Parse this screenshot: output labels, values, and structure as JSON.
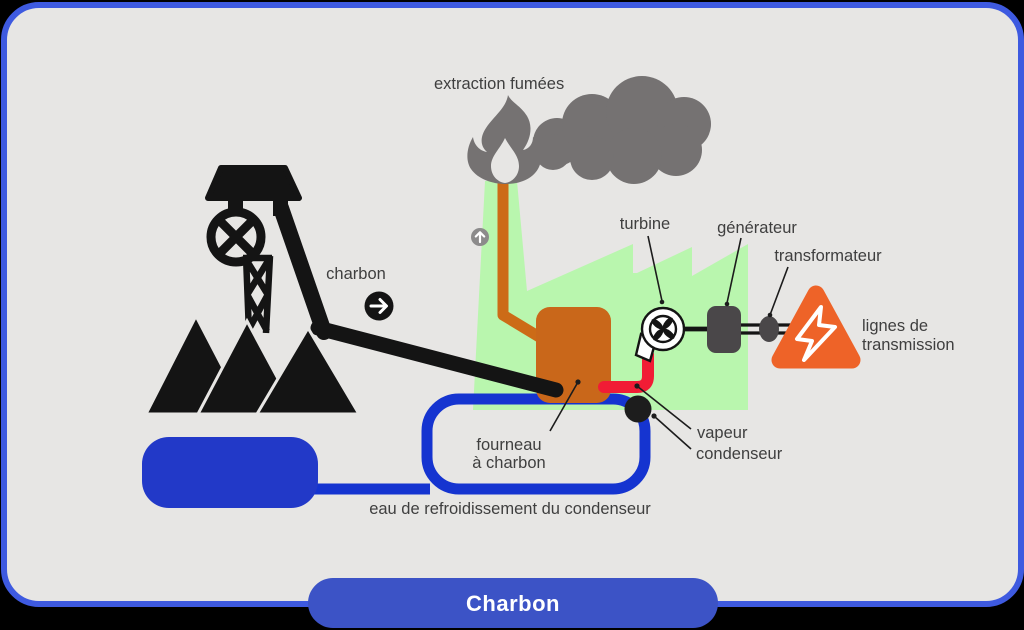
{
  "diagram": {
    "title_button": "Charbon",
    "labels": {
      "extraction": "extraction fumées",
      "charbon": "charbon",
      "turbine": "turbine",
      "generateur": "générateur",
      "transformateur": "transformateur",
      "lignes_line1": "lignes de",
      "lignes_line2": "transmission",
      "fourneau_line1": "fourneau",
      "fourneau_line2": "à charbon",
      "vapeur": "vapeur",
      "condenseur": "condenseur",
      "eau": "eau de refroidissement du condenseur"
    },
    "icons": {
      "flame": "flame-icon",
      "smoke": "smoke-cloud-icon",
      "mine": "mine-headframe-icon",
      "coal_piles": "coal-pile-icon",
      "flow_arrow": "right-arrow-badge",
      "up_arrow": "up-arrow-badge",
      "turbine": "turbine-volute-icon",
      "lightning": "lightning-bolt-icon"
    },
    "colors": {
      "page_background": "#000000",
      "canvas": "#E7E6E4",
      "frame_border": "#3E5AE0",
      "factory_green": "#B9F6AE",
      "furnace_orange": "#C9671A",
      "flue_orange": "#CC6B17",
      "smoke_gray": "#757272",
      "steam_red": "#F11C35",
      "water_blue": "#1534D0",
      "tank_blue": "#2239C8",
      "condenser_black": "#1D1D1D",
      "machine_gray": "#4A4749",
      "hazard_orange": "#EE6328",
      "ink": "#141414",
      "label_gray": "#3F3F3F",
      "badge_gray": "#8C8B8B",
      "button_blue": "#3C53C6"
    }
  }
}
